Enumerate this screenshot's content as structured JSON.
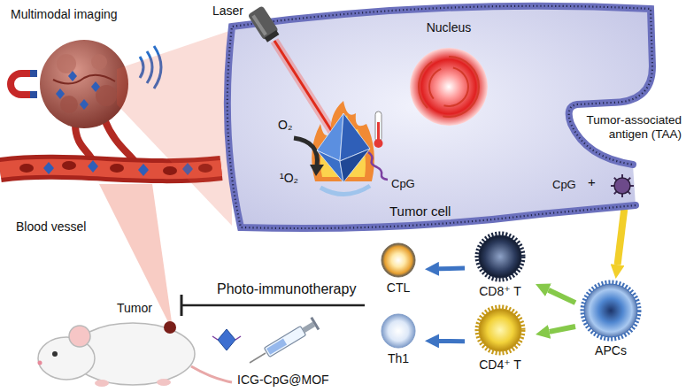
{
  "diagram": {
    "nodes": [
      {
        "text": [
          "Tumor cell"
        ]
      },
      {
        "text": [
          "Nucleus"
        ],
        "in": 0
      },
      {
        "text": [
          "Tumor-associated antigen (TAA)"
        ]
      },
      {
        "text": [
          "CD8⁺ T"
        ]
      },
      {
        "text": [
          "APCs"
        ]
      },
      {
        "text": [
          "CD4⁺ T"
        ]
      },
      {
        "text": [
          "CTL"
        ]
      },
      {
        "text": [
          "Th1"
        ]
      }
    ],
    "edges": [
      {
        "from": 2,
        "to": 4,
        "arrow": "to"
      },
      {
        "from": 4,
        "to": 3,
        "arrow": "to"
      },
      {
        "from": 4,
        "to": 5,
        "arrow": "to"
      },
      {
        "from": 3,
        "to": 6,
        "arrow": "to"
      },
      {
        "from": 5,
        "to": 7,
        "arrow": "to"
      }
    ],
    "labels": [
      "Multimodal imaging",
      "Laser",
      "O₂",
      "¹O₂",
      "CpG",
      "CpG",
      "+",
      "Blood vessel",
      "Tumor",
      "Photo-immunotherapy",
      "ICG-CpG@MOF"
    ]
  }
}
